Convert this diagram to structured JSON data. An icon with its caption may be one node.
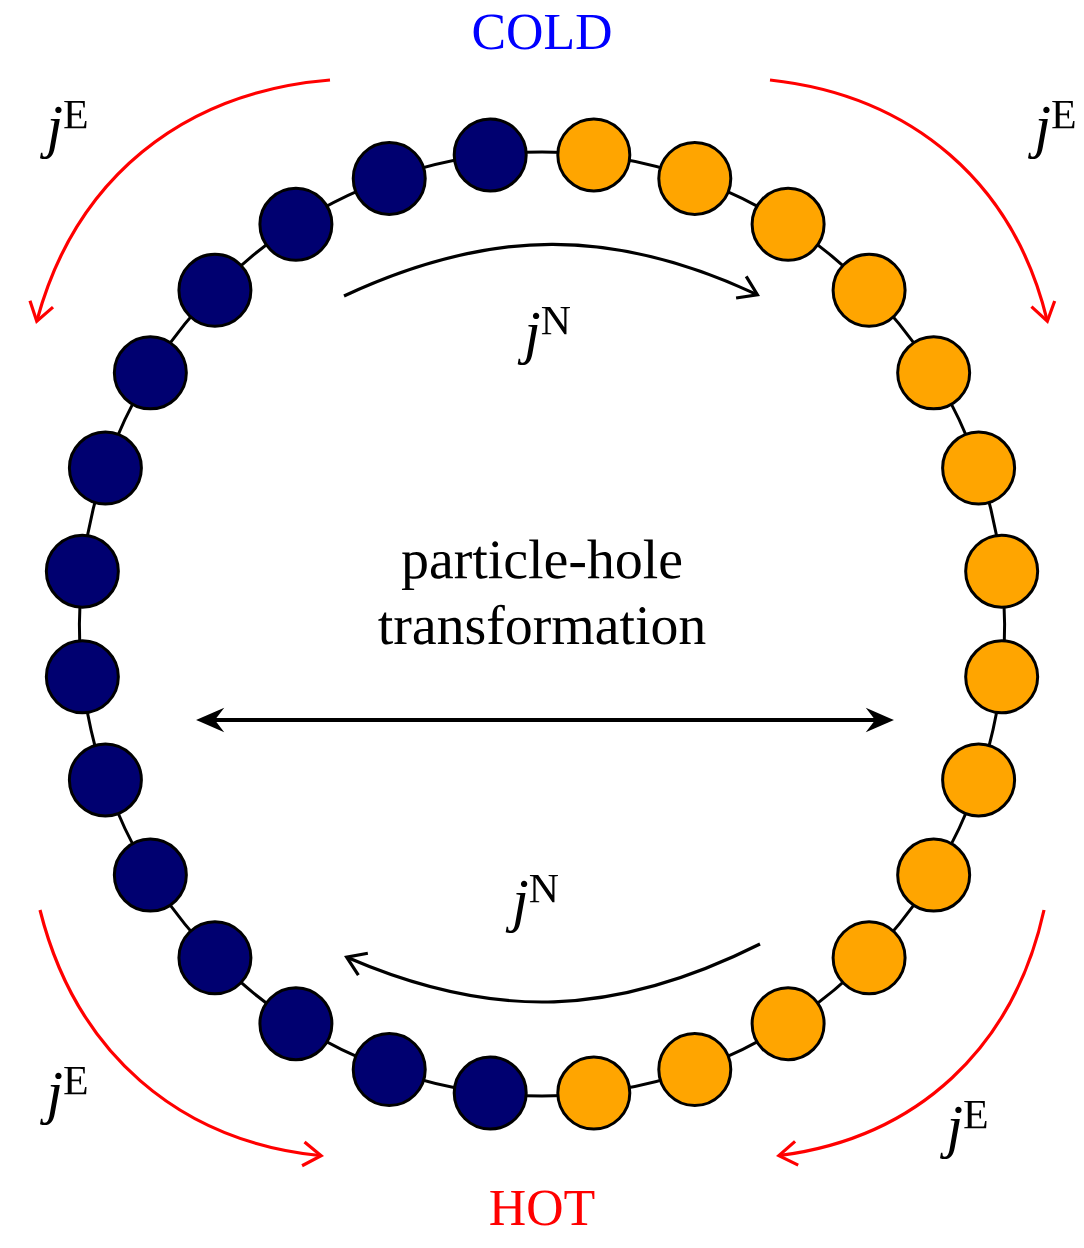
{
  "diagram": {
    "labels": [
      "COLD",
      "*j*$^{E}$",
      "*j*$^{E}$",
      "*j*$^{N}$",
      "particle-hole transformation",
      "*j*$^{N}$",
      "*j*$^{E}$",
      "*j*$^{E}$",
      "HOT"
    ]
  }
}
